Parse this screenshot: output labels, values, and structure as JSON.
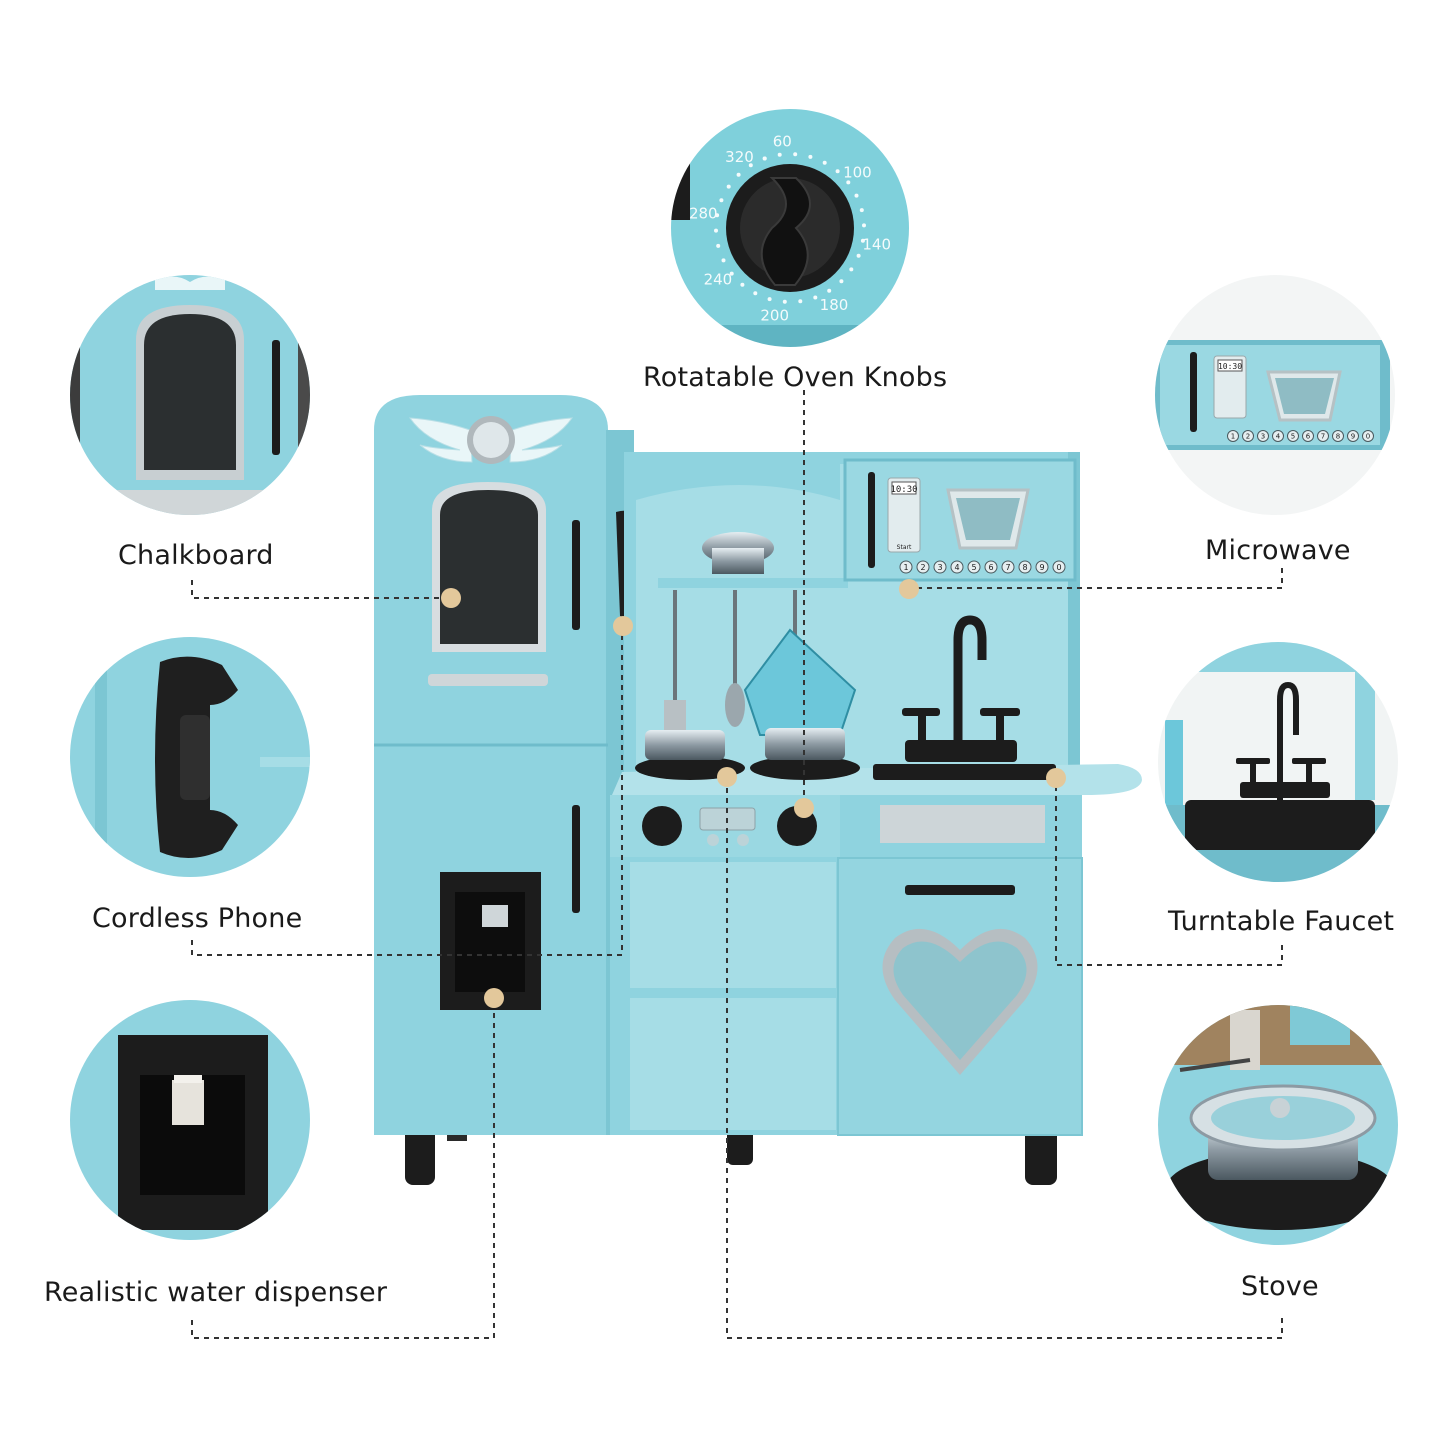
{
  "labels": {
    "oven_knobs": "Rotatable Oven Knobs",
    "chalkboard": "Chalkboard",
    "microwave": "Microwave",
    "cordless_phone": "Cordless Phone",
    "turntable_faucet": "Turntable Faucet",
    "water_dispenser": "Realistic water dispenser",
    "stove": "Stove"
  },
  "knob_dial": [
    "60",
    "100",
    "140",
    "180",
    "200",
    "240",
    "280",
    "320"
  ],
  "microwave_display": {
    "time": "10:30",
    "start": "Start",
    "number_row": [
      "1",
      "2",
      "3",
      "4",
      "5",
      "6",
      "7",
      "8",
      "9",
      "0"
    ]
  },
  "colors": {
    "kitchen_blue": "#8fd3df",
    "kitchen_blue_dark": "#6fbccb",
    "black": "#1c1c1c",
    "dot": "#e3c89b",
    "leader_line": "#333333"
  }
}
